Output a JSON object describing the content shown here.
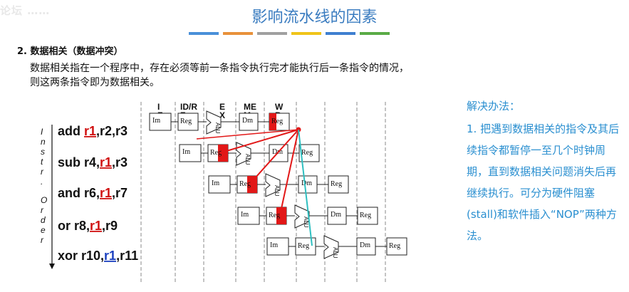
{
  "watermark": "论坛 ……",
  "title": "影响流水线的因素",
  "title_bar_colors": [
    "#4a90d9",
    "#e8913a",
    "#a0a0a0",
    "#f0c419",
    "#3f7fd0",
    "#5aab46"
  ],
  "subheading": "2. 数据相关（数据冲突）",
  "paragraph": [
    "数据相关指在一个程序中，存在必须等前一条指令执行完才能执行后一条指令的情况，",
    "则这两条指令即为数据相关。"
  ],
  "diagram": {
    "stage_headers": [
      "I\nF",
      "ID/R\nF",
      "E\nX",
      "ME\nM",
      "W\nB"
    ],
    "axis_label": "Instr.\nOrder",
    "instructions": [
      {
        "parts": [
          "add ",
          "r1",
          ",r2,r3"
        ],
        "hl_color": "#d01010"
      },
      {
        "parts": [
          "sub r4,",
          "r1",
          ",r3"
        ],
        "hl_color": "#d01010"
      },
      {
        "parts": [
          "and r6,",
          "r1",
          ",r7"
        ],
        "hl_color": "#d01010"
      },
      {
        "parts": [
          "or   r8,",
          "r1",
          ",r9"
        ],
        "hl_color": "#d01010"
      },
      {
        "parts": [
          "xor r10,",
          "r1",
          ",r11"
        ],
        "hl_color": "#1a3fbf"
      }
    ],
    "unit_labels": {
      "im": "Im",
      "reg": "Reg",
      "dm": "Dm",
      "alu": "ALU"
    }
  },
  "aside": {
    "title": "解决办法：",
    "body": "1. 把遇到数据相关的指令及其后续指令都暂停一至几个时钟周期，直到数据相关问题消失后再继续执行。可分为硬件阻塞(stall)和软件插入“NOP”两种方法。"
  }
}
